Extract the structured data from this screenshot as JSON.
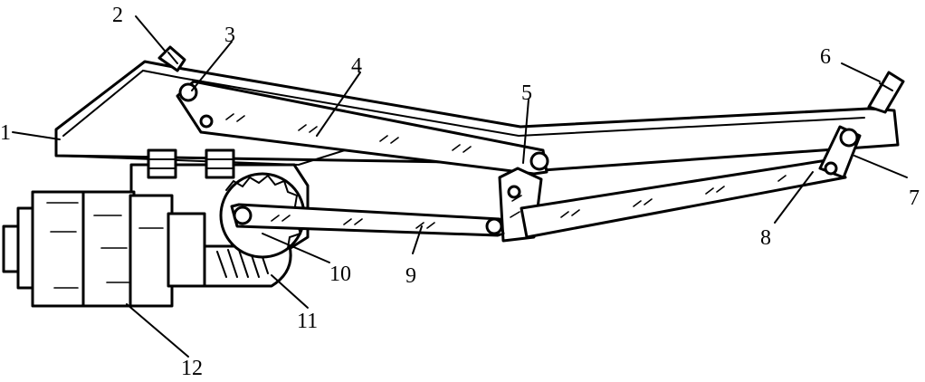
{
  "diagram": {
    "labels": [
      {
        "id": "1",
        "text": "1"
      },
      {
        "id": "2",
        "text": "2"
      },
      {
        "id": "3",
        "text": "3"
      },
      {
        "id": "4",
        "text": "4"
      },
      {
        "id": "5",
        "text": "5"
      },
      {
        "id": "6",
        "text": "6"
      },
      {
        "id": "7",
        "text": "7"
      },
      {
        "id": "8",
        "text": "8"
      },
      {
        "id": "9",
        "text": "9"
      },
      {
        "id": "10",
        "text": "10"
      },
      {
        "id": "11",
        "text": "11"
      },
      {
        "id": "12",
        "text": "12"
      }
    ]
  }
}
